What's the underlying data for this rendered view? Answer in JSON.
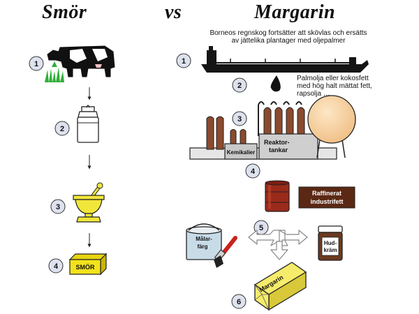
{
  "title": {
    "left": "Smör",
    "vs": "vs",
    "right": "Margarin"
  },
  "butter_steps": [
    "1",
    "2",
    "3",
    "4"
  ],
  "butter_label": "SMÖR",
  "margarine_steps": [
    "1",
    "2",
    "3",
    "4",
    "5",
    "6"
  ],
  "notes": {
    "borneo_line1": "Borneos regnskog fortsätter att skövlas och ersätts",
    "borneo_line2": "av jättelika plantager med oljepalmer",
    "palm_line1": "Palmolja eller kokosfett",
    "palm_line2": "med hög halt mättat fett,",
    "palm_line3": "rapsolja …"
  },
  "labels": {
    "chemicals": "Kemikalier",
    "reactor_line1": "Reaktor-",
    "reactor_line2": "tankar",
    "refined_line1": "Raffinerat",
    "refined_line2": "industrifett",
    "paint_line1": "Målar-",
    "paint_line2": "färg",
    "cream_line1": "Hud-",
    "cream_line2": "kräm",
    "margarine_pack": "Margarin"
  },
  "colors": {
    "step_circle": "#dde2ee",
    "butter": "#f3e31c",
    "mortar": "#f1e73a",
    "tower": "#8b4a2e",
    "sphere": "#f7d3a4",
    "barrel": "#9a2a1a",
    "refined_bg": "#5b2814",
    "pack": "#f6ec6b"
  }
}
